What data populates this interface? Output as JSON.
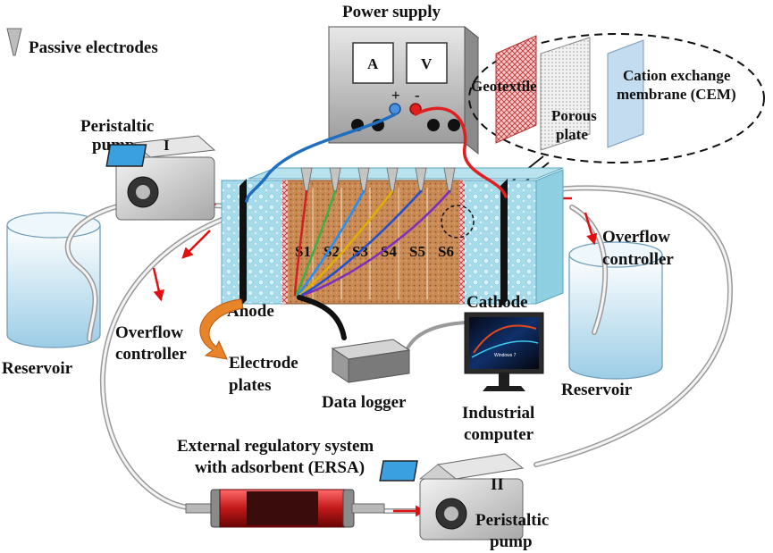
{
  "labels": {
    "passive_electrodes": "Passive electrodes",
    "power_supply": "Power supply",
    "meter_a": "A",
    "meter_v": "V",
    "plus": "+",
    "minus": "-",
    "geotextile": "Geotextile",
    "porous_plate_1": "Porous",
    "porous_plate_2": "plate",
    "cem_1": "Cation exchange",
    "cem_2": "membrane (CEM)",
    "pump1_1": "Peristaltic",
    "pump1_2": "pump",
    "pump1_id": "I",
    "anode": "Anode",
    "cathode": "Cathode",
    "overflow_left_1": "Overflow",
    "overflow_left_2": "controller",
    "overflow_right_1": "Overflow",
    "overflow_right_2": "controller",
    "reservoir_left": "Reservoir",
    "reservoir_right": "Reservoir",
    "electrode_plates_1": "Electrode",
    "electrode_plates_2": "plates",
    "data_logger": "Data logger",
    "industrial_computer_1": "Industrial",
    "industrial_computer_2": "computer",
    "ersa_1": "External regulatory system",
    "ersa_2": "with adsorbent (ERSA)",
    "pump2_id": "II",
    "pump2_1": "Peristaltic",
    "pump2_2": "pump",
    "screen_text": "Windows 7"
  },
  "sections": [
    "S1",
    "S2",
    "S3",
    "S4",
    "S5",
    "S6"
  ],
  "colors": {
    "anode_wire": "#1f6fc0",
    "cathode_wire": "#e02020",
    "arrow": "#e01010",
    "soil": "#c98a55",
    "water": "#a8dcea",
    "probe_wires": [
      "#d02020",
      "#3cb043",
      "#1e90ff",
      "#e0b000",
      "#2050d0",
      "#7b2fbf"
    ]
  }
}
